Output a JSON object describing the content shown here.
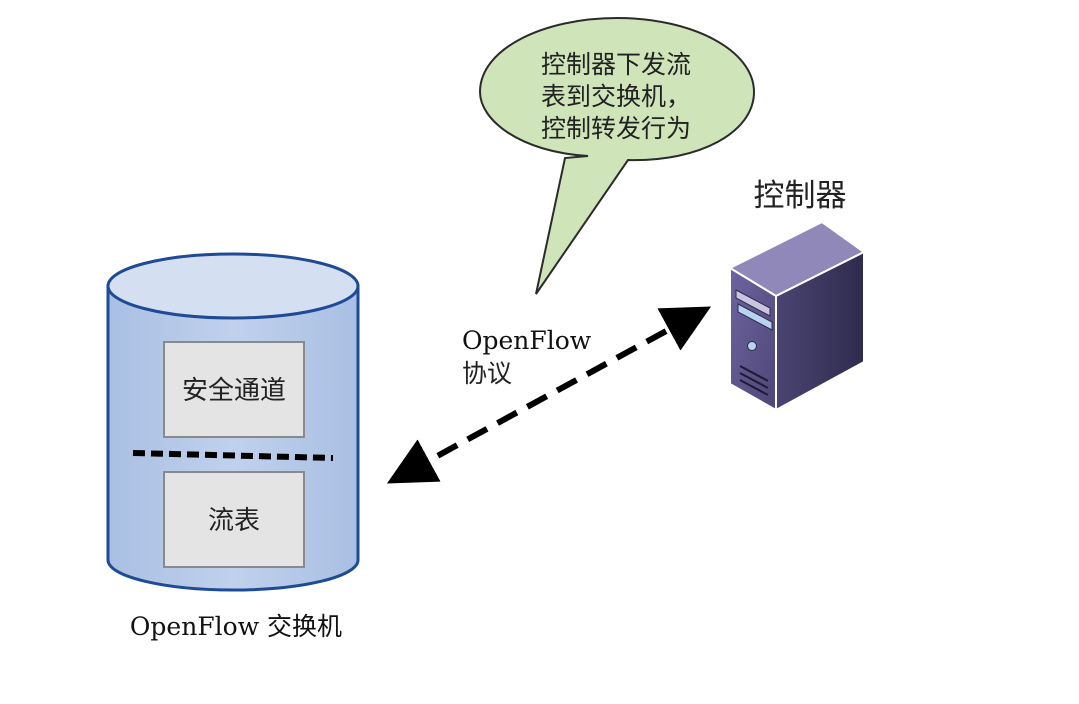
{
  "bubble": {
    "lines": [
      "控制器下发流",
      "表到交换机，",
      "控制转发行为"
    ]
  },
  "controller": {
    "label": "控制器"
  },
  "protocol": {
    "line1": "OpenFlow",
    "line2": "协议"
  },
  "switch": {
    "label": "OpenFlow 交换机",
    "secure_channel": "安全通道",
    "flow_table": "流表"
  },
  "colors": {
    "bubble_fill": "#cfe4b9",
    "cylinder_fill": "#b8cbe8",
    "cylinder_top": "#d4e0f2",
    "cylinder_stroke": "#1f4a96",
    "box_fill": "#e4e4e4",
    "server_front": "#5f5588",
    "server_side": "#3f3a63",
    "server_top": "#8f88b8"
  },
  "icons": {
    "server": "server-icon",
    "arrow": "double-headed-dashed-arrow"
  }
}
